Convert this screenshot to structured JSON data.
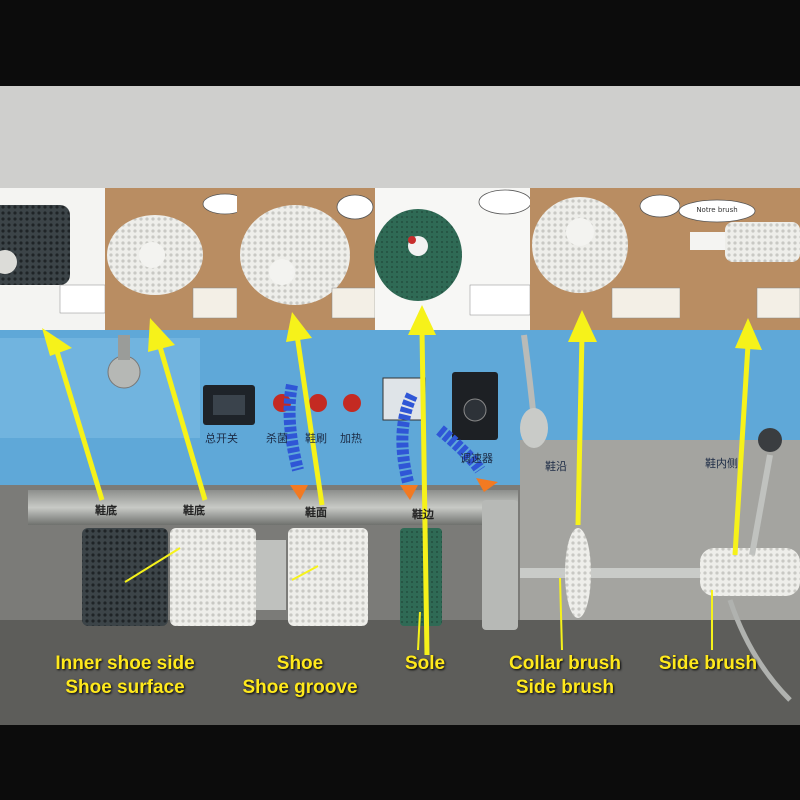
{
  "image": {
    "subject": "shoe polishing machine with brush heads",
    "callouts": [
      {
        "lines": [
          "Inner shoe side",
          "Shoe surface"
        ],
        "arrow_color": "#f6f21a"
      },
      {
        "lines": [
          "Shoe",
          "Shoe groove"
        ],
        "arrow_color": "#f6f21a"
      },
      {
        "lines": [
          "Sole"
        ],
        "arrow_color": "#f6f21a"
      },
      {
        "lines": [
          "Collar brush",
          "Side brush"
        ],
        "arrow_color": "#f6f21a"
      },
      {
        "lines": [
          "Side brush"
        ],
        "arrow_color": "#f6f21a"
      }
    ],
    "station_plates": [
      "鞋底",
      "鞋底",
      "鞋面",
      "鞋边"
    ],
    "panel": {
      "power_switch": "总开关",
      "buttons": [
        "杀菌",
        "鞋刷",
        "加热"
      ],
      "speed_controller": "调速器",
      "side_labels": [
        "鞋沿",
        "鞋内侧"
      ]
    },
    "product_bubble_text": "Notre brush"
  }
}
